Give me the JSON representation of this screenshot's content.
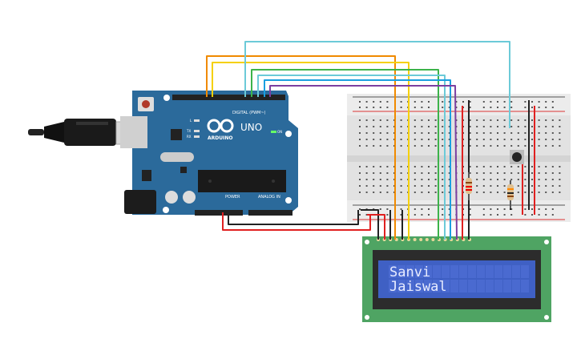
{
  "arduino": {
    "brand": "ARDUINO",
    "model": "UNO",
    "digital_label": "DIGITAL (PWM~)",
    "power_label": "POWER",
    "analog_label": "ANALOG IN",
    "on_label": "ON",
    "led_labels": [
      "L",
      "TX",
      "RX"
    ],
    "color": "#2b6a9b"
  },
  "lcd": {
    "line1": "Sanvi",
    "line2": "Jaiswal",
    "pcb_color": "#4fa463",
    "screen_color": "#3f60c4"
  },
  "wire_colors": {
    "orange": "#f08a00",
    "yellow": "#f5d000",
    "cyan": "#6ccad8",
    "green": "#3cb34a",
    "blue": "#1a9fe0",
    "purple": "#7b3fa0",
    "red": "#e02020",
    "black": "#222222"
  }
}
